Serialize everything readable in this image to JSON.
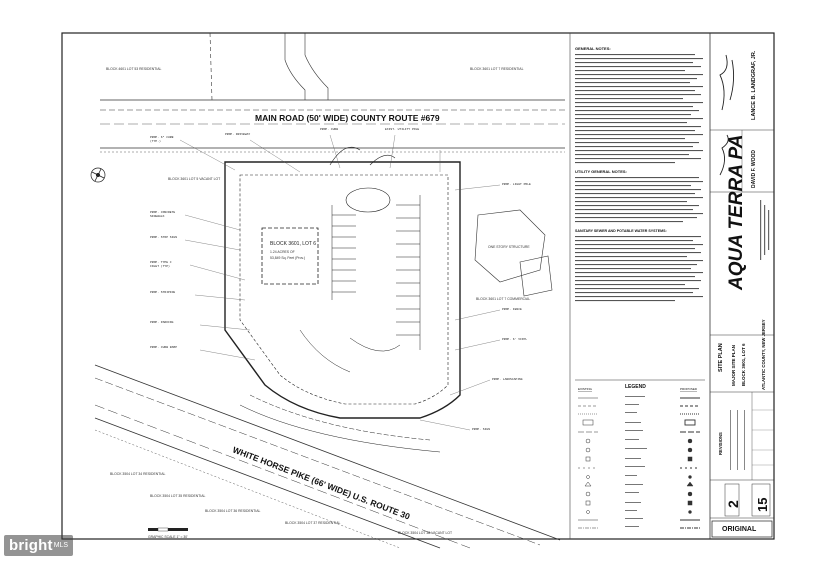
{
  "sheet": {
    "road_north": "MAIN ROAD (50' WIDE) COUNTY ROUTE #679",
    "road_south": "WHITE HORSE PIKE (66' WIDE) U.S. ROUTE 30",
    "blocks": {
      "ne_lot": "BLOCK 3601 LOT 7 RESIDENTIAL",
      "nw_lot": "BLOCK 4601 LOT 53 RESIDENTIAL",
      "w_lot": "BLOCK 3601 LOT 5 VACANT LOT",
      "e_lot": "BLOCK 3601 LOT 7 COMMERCIAL",
      "site_lot": "BLOCK 3601, LOT 6",
      "sw_lot_1": "BLOCK 3504 LOT 34 RESIDENTIAL",
      "sw_lot_2": "BLOCK 3504 LOT 35 RESIDENTIAL",
      "sw_lot_3": "BLOCK 3504 LOT 36 RESIDENTIAL",
      "s_lot_1": "BLOCK 3504 LOT 37 RESIDENTIAL",
      "s_lot_2": "BLOCK 3504 LOT 38 VACANT LOT"
    },
    "structure_label": "ONE STORY STRUCTURE",
    "general_notes_title": "GENERAL NOTES:",
    "utility_notes_title": "UTILITY GENERAL NOTES:",
    "sanitary_notes_title": "SANITARY SEWER AND POTABLE WATER SYSTEMS:",
    "legend_title": "LEGEND",
    "legend_existing": "EXISTING",
    "legend_proposed": "PROPOSED",
    "graphic_scale": "GRAPHIC SCALE 1\" = 30'"
  },
  "title_block": {
    "firm_name": "AQUA TERRA PA",
    "engineer_name": "LANCE B. LANDGRAF, JR.",
    "engineer_2": "DAVID F. WOOD",
    "drawing_title": "SITE PLAN",
    "project_title": "MAJOR SITE PLAN",
    "block_lot": "BLOCK 3601, LOT 6",
    "location": "ATLANTIC COUNTY, NEW JERSEY",
    "revisions_label": "REVISIONS",
    "sheet_number": "2",
    "total_sheets": "15",
    "original_stamp": "ORIGINAL"
  },
  "watermark": {
    "text": "bright",
    "suffix": "MLS"
  }
}
